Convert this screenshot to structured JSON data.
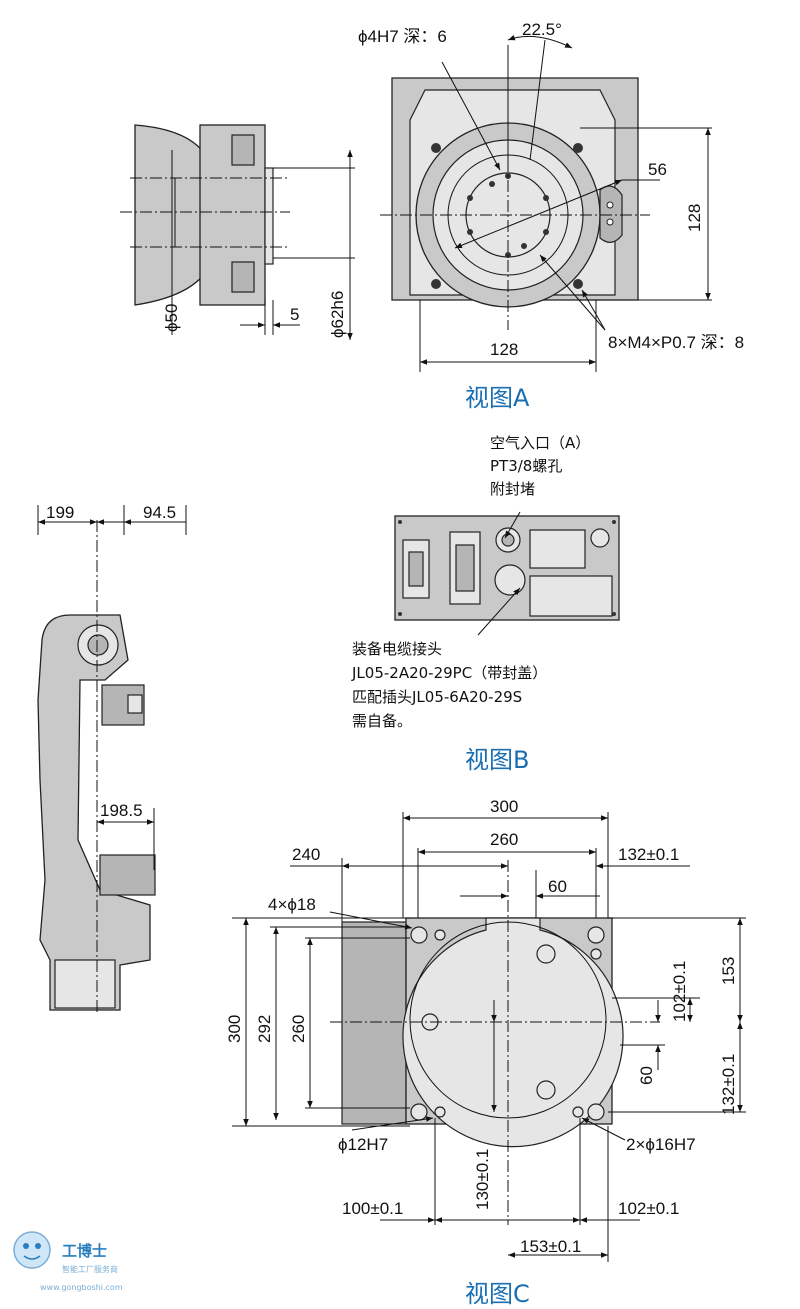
{
  "viewA": {
    "title": "视图A",
    "dims": {
      "hole": "ϕ4H7 深：6",
      "angle": "22.5°",
      "pcd": "56",
      "height": "128",
      "width": "128",
      "threads": "8×M4×P0.7 深：8",
      "phi50": "ϕ50",
      "phi62": "ϕ62h6",
      "d5": "5"
    }
  },
  "viewB": {
    "title": "视图B",
    "air": [
      "空气入口（A）",
      "PT3/8螺孔",
      "附封堵"
    ],
    "cable": [
      "装备电缆接头",
      "JL05-2A20-29PC（带封盖）",
      "匹配插头JL05-6A20-29S",
      "需自备。"
    ]
  },
  "side": {
    "d199": "199",
    "d945": "94.5",
    "d1985": "198.5"
  },
  "viewC": {
    "title": "视图C",
    "dims": {
      "w300": "300",
      "w260": "260",
      "w240": "240",
      "p132a": "132±0.1",
      "w60": "60",
      "holes4": "4×ϕ18",
      "h300": "300",
      "h292": "292",
      "h260": "260",
      "h153": "153",
      "h102": "102±0.1",
      "h60": "60",
      "h132": "132±0.1",
      "phi12": "ϕ12H7",
      "phi16": "2×ϕ16H7",
      "v130": "130±0.1",
      "b100": "100±0.1",
      "b102": "102±0.1",
      "b153": "153±0.1"
    }
  },
  "watermark": {
    "name": "工博士",
    "tagline": "智能工厂服务商",
    "url": "www.gongboshi.com"
  }
}
